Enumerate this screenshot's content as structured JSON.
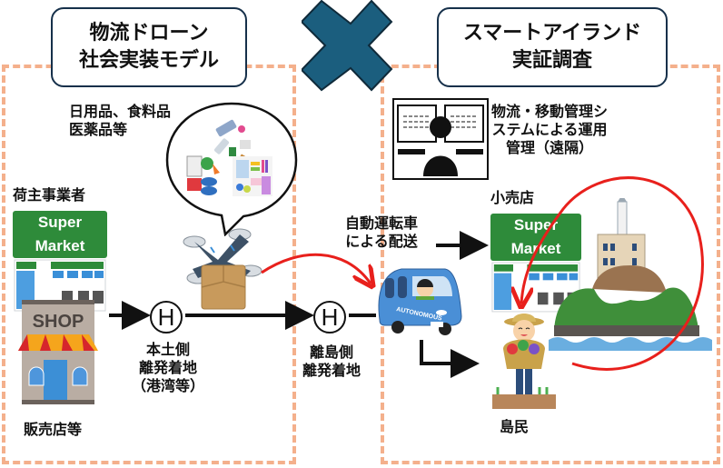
{
  "header": {
    "left_title": [
      "物流ドローン",
      "社会実装モデル"
    ],
    "right_title": [
      "スマートアイランド",
      "実証調査"
    ],
    "cross_icon": "cross-multiply-icon"
  },
  "colors": {
    "dashed_border": "#f4b08c",
    "title_border": "#16304a",
    "cross": "#1b5e7e",
    "red_arrow": "#e8201c",
    "market_green": "#2e8b3a"
  },
  "left_region": {
    "goods_label": [
      "日用品、食料品",
      "医薬品等"
    ],
    "shipper_label": "荷主事業者",
    "supermarket_sign": "Super Market",
    "shop_sign": "SHOP",
    "shop_label": "販売店等",
    "mainland_port": {
      "marker": "H",
      "label": [
        "本土側",
        "離発着地",
        "（港湾等）"
      ]
    }
  },
  "middle": {
    "island_port": {
      "marker": "H",
      "label": [
        "離島側",
        "離発着地"
      ]
    },
    "car_label": [
      "自動運転車",
      "による配送"
    ],
    "car_text": "AUTONOMOUS"
  },
  "right_region": {
    "system_label": [
      "物流・移動管理シ",
      "ステムによる運用",
      "管理（遠隔）"
    ],
    "retail_label": "小売店",
    "supermarket_sign": "Super Market",
    "islander_label": "島民"
  }
}
